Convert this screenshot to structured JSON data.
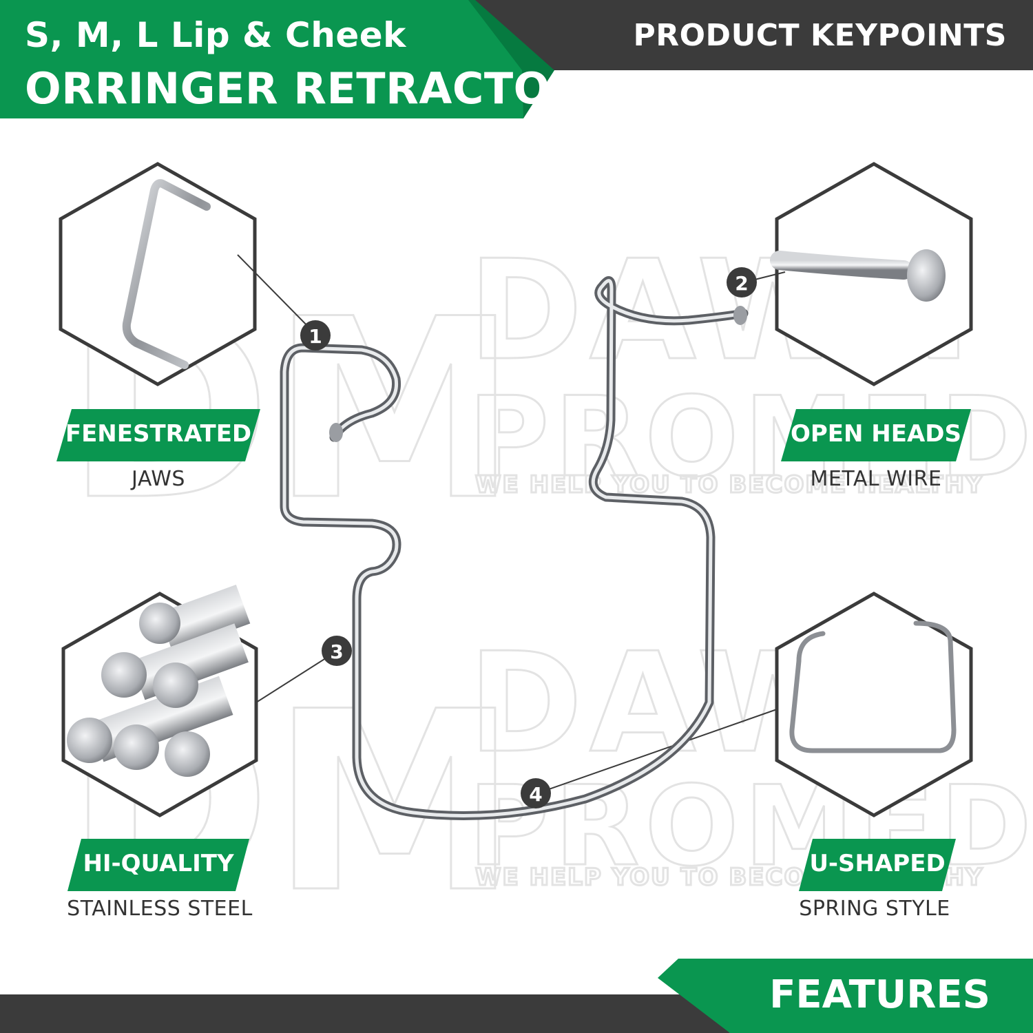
{
  "header": {
    "title_line_1": "S, M, L Lip & Cheek",
    "title_line_2": "ORRINGER RETRACTOR",
    "right_label": "PRODUCT KEYPOINTS"
  },
  "features": [
    {
      "number": "1",
      "title": "FENESTRATED",
      "subtitle": "JAWS",
      "icon": "fenestrated-jaw-closeup"
    },
    {
      "number": "2",
      "title": "OPEN HEADS",
      "subtitle": "METAL WIRE",
      "icon": "open-head-wire-closeup"
    },
    {
      "number": "3",
      "title": "HI-QUALITY",
      "subtitle": "STAINLESS STEEL",
      "icon": "steel-rods-closeup"
    },
    {
      "number": "4",
      "title": "U-SHAPED",
      "subtitle": "SPRING STYLE",
      "icon": "u-shaped-spring-closeup"
    }
  ],
  "watermark": {
    "monogram": "DM",
    "line_1": "DAWN",
    "line_2": "PROMED",
    "tagline": "WE HELP YOU TO BECOME HEALTHY"
  },
  "footer": {
    "label": "FEATURES"
  },
  "colors": {
    "brand_green": "#0a9650",
    "dark_green": "#067a40",
    "dark_bar": "#3b3b3b",
    "steel": "#8c8f94"
  }
}
